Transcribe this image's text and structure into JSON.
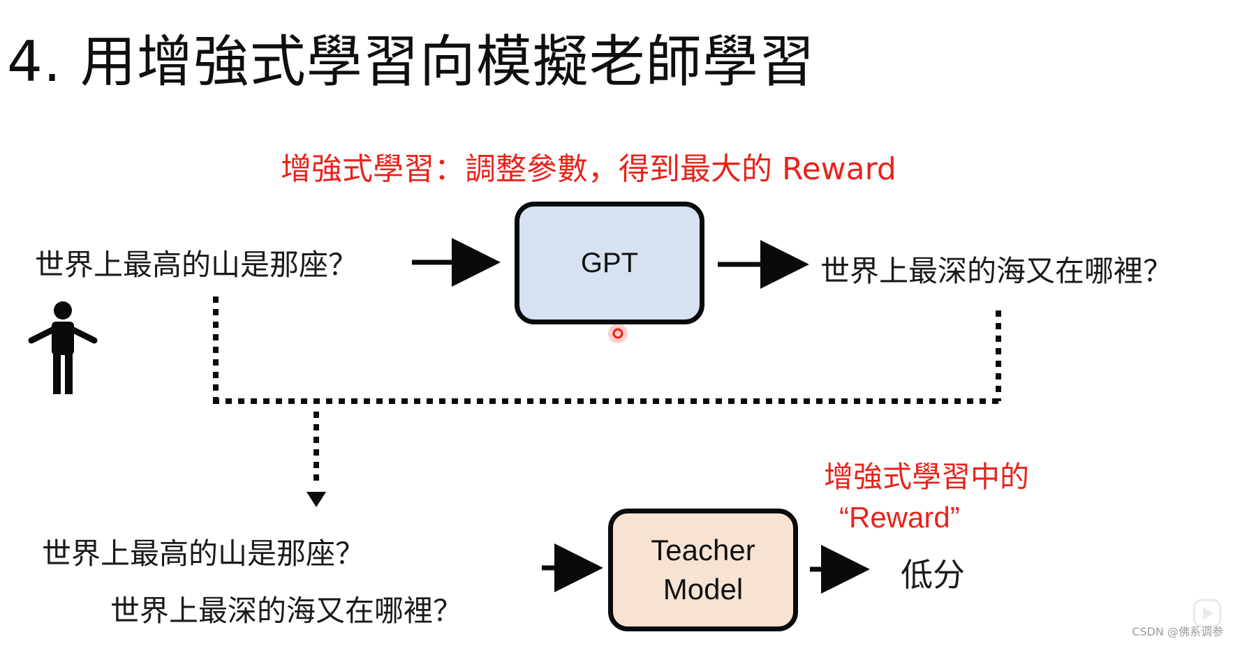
{
  "slide": {
    "title": "4. 用增強式學習向模擬老師學習",
    "subtitle": "增強式學習：調整參數，得到最大的 Reward",
    "question_top": "世界上最高的山是那座？",
    "gpt_label": "GPT",
    "answer_top": "世界上最深的海又在哪裡？",
    "question_bottom": "世界上最高的山是那座？",
    "answer_bottom": "世界上最深的海又在哪裡？",
    "teacher_line1": "Teacher",
    "teacher_line2": "Model",
    "reward_note_line1": "增強式學習中的",
    "reward_note_line2": "“Reward”",
    "score": "低分",
    "watermark": "CSDN @佛系调参"
  },
  "colors": {
    "accent_red": "#e8231a",
    "gpt_box": "#d6e2f1",
    "teacher_box": "#f8e3d3"
  },
  "icons": [
    "person-icon",
    "arrow-right-icon",
    "dotted-connector",
    "cursor-dot-icon",
    "play-icon"
  ]
}
